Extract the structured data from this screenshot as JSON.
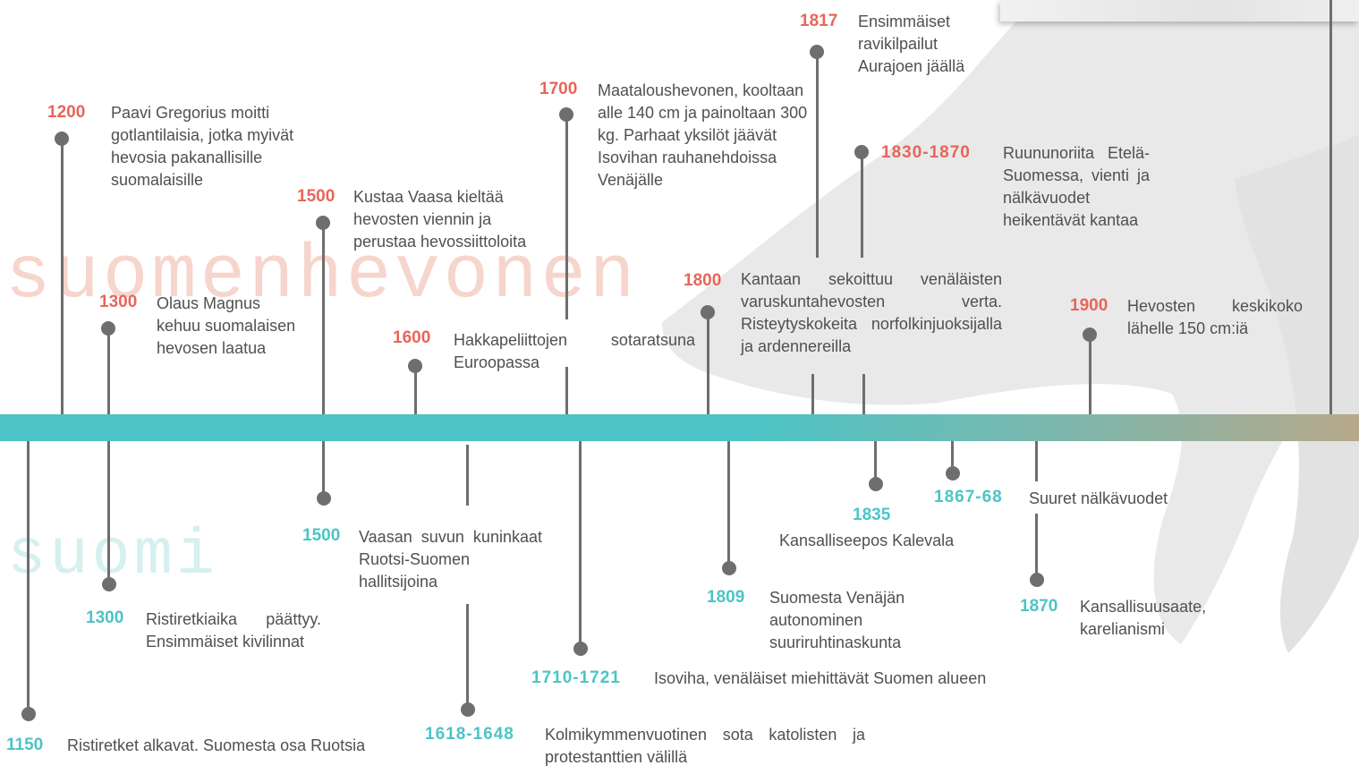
{
  "watermarks": {
    "top": "suomenhevonen",
    "bottom": "suomi"
  },
  "colors": {
    "horse_years": "#e8655a",
    "finland_years": "#4cc4c6",
    "bar_start": "#4cc4c6",
    "bar_end": "#b6a88a",
    "line": "#6e6e6e"
  },
  "horse_events": [
    {
      "year": "1200",
      "text": "Paavi Gregorius moitti gotlantilaisia, jotka myivät hevosia pakanallisille suomalaisille"
    },
    {
      "year": "1300",
      "text": "Olaus Magnus kehuu suomalaisen hevosen laatua"
    },
    {
      "year": "1500",
      "text": "Kustaa Vaasa kieltää hevosten viennin ja perustaa hevossiittoloita"
    },
    {
      "year": "1600",
      "text": "Hakkapeliittojen sotaratsuna Euroopassa"
    },
    {
      "year": "1700",
      "text": "Maataloushevonen, kooltaan alle 140 cm ja painoltaan 300 kg. Parhaat yksilöt jäävät Isovihan rauhanehdoissa Venäjälle"
    },
    {
      "year": "1800",
      "text": "Kantaan sekoittuu venäläisten varuskuntahevosten verta. Risteytyskokeita norfolkinjuoksijalla ja ardennereilla"
    },
    {
      "year": "1817",
      "text": "Ensimmäiset ravikilpailut Aurajoen jäällä"
    },
    {
      "year": "1830-1870",
      "text": "Ruununoriita Etelä-Suomessa, vienti ja nälkävuodet heikentävät kantaa"
    },
    {
      "year": "1900",
      "text": "Hevosten keskikoko lähelle 150 cm:iä"
    }
  ],
  "finland_events": [
    {
      "year": "1150",
      "text": "Ristiretket alkavat. Suomesta osa Ruotsia"
    },
    {
      "year": "1300",
      "text": "Ristiretkiaika päättyy. Ensimmäiset kivilinnat"
    },
    {
      "year": "1500",
      "text": "Vaasan suvun kuninkaat Ruotsi-Suomen hallitsijoina"
    },
    {
      "year": "1618-1648",
      "text": "Kolmikymmenvuotinen sota katolisten ja protestanttien välillä"
    },
    {
      "year": "1710-1721",
      "text": "Isoviha, venäläiset miehittävät Suomen alueen"
    },
    {
      "year": "1809",
      "text": "Suomesta Venäjän autonominen suuriruhtinaskunta"
    },
    {
      "year": "1835",
      "text": "Kansalliseepos Kalevala"
    },
    {
      "year": "1867-68",
      "text": "Suuret nälkävuodet"
    },
    {
      "year": "1870",
      "text": "Kansallisuusaate, karelianismi"
    }
  ]
}
